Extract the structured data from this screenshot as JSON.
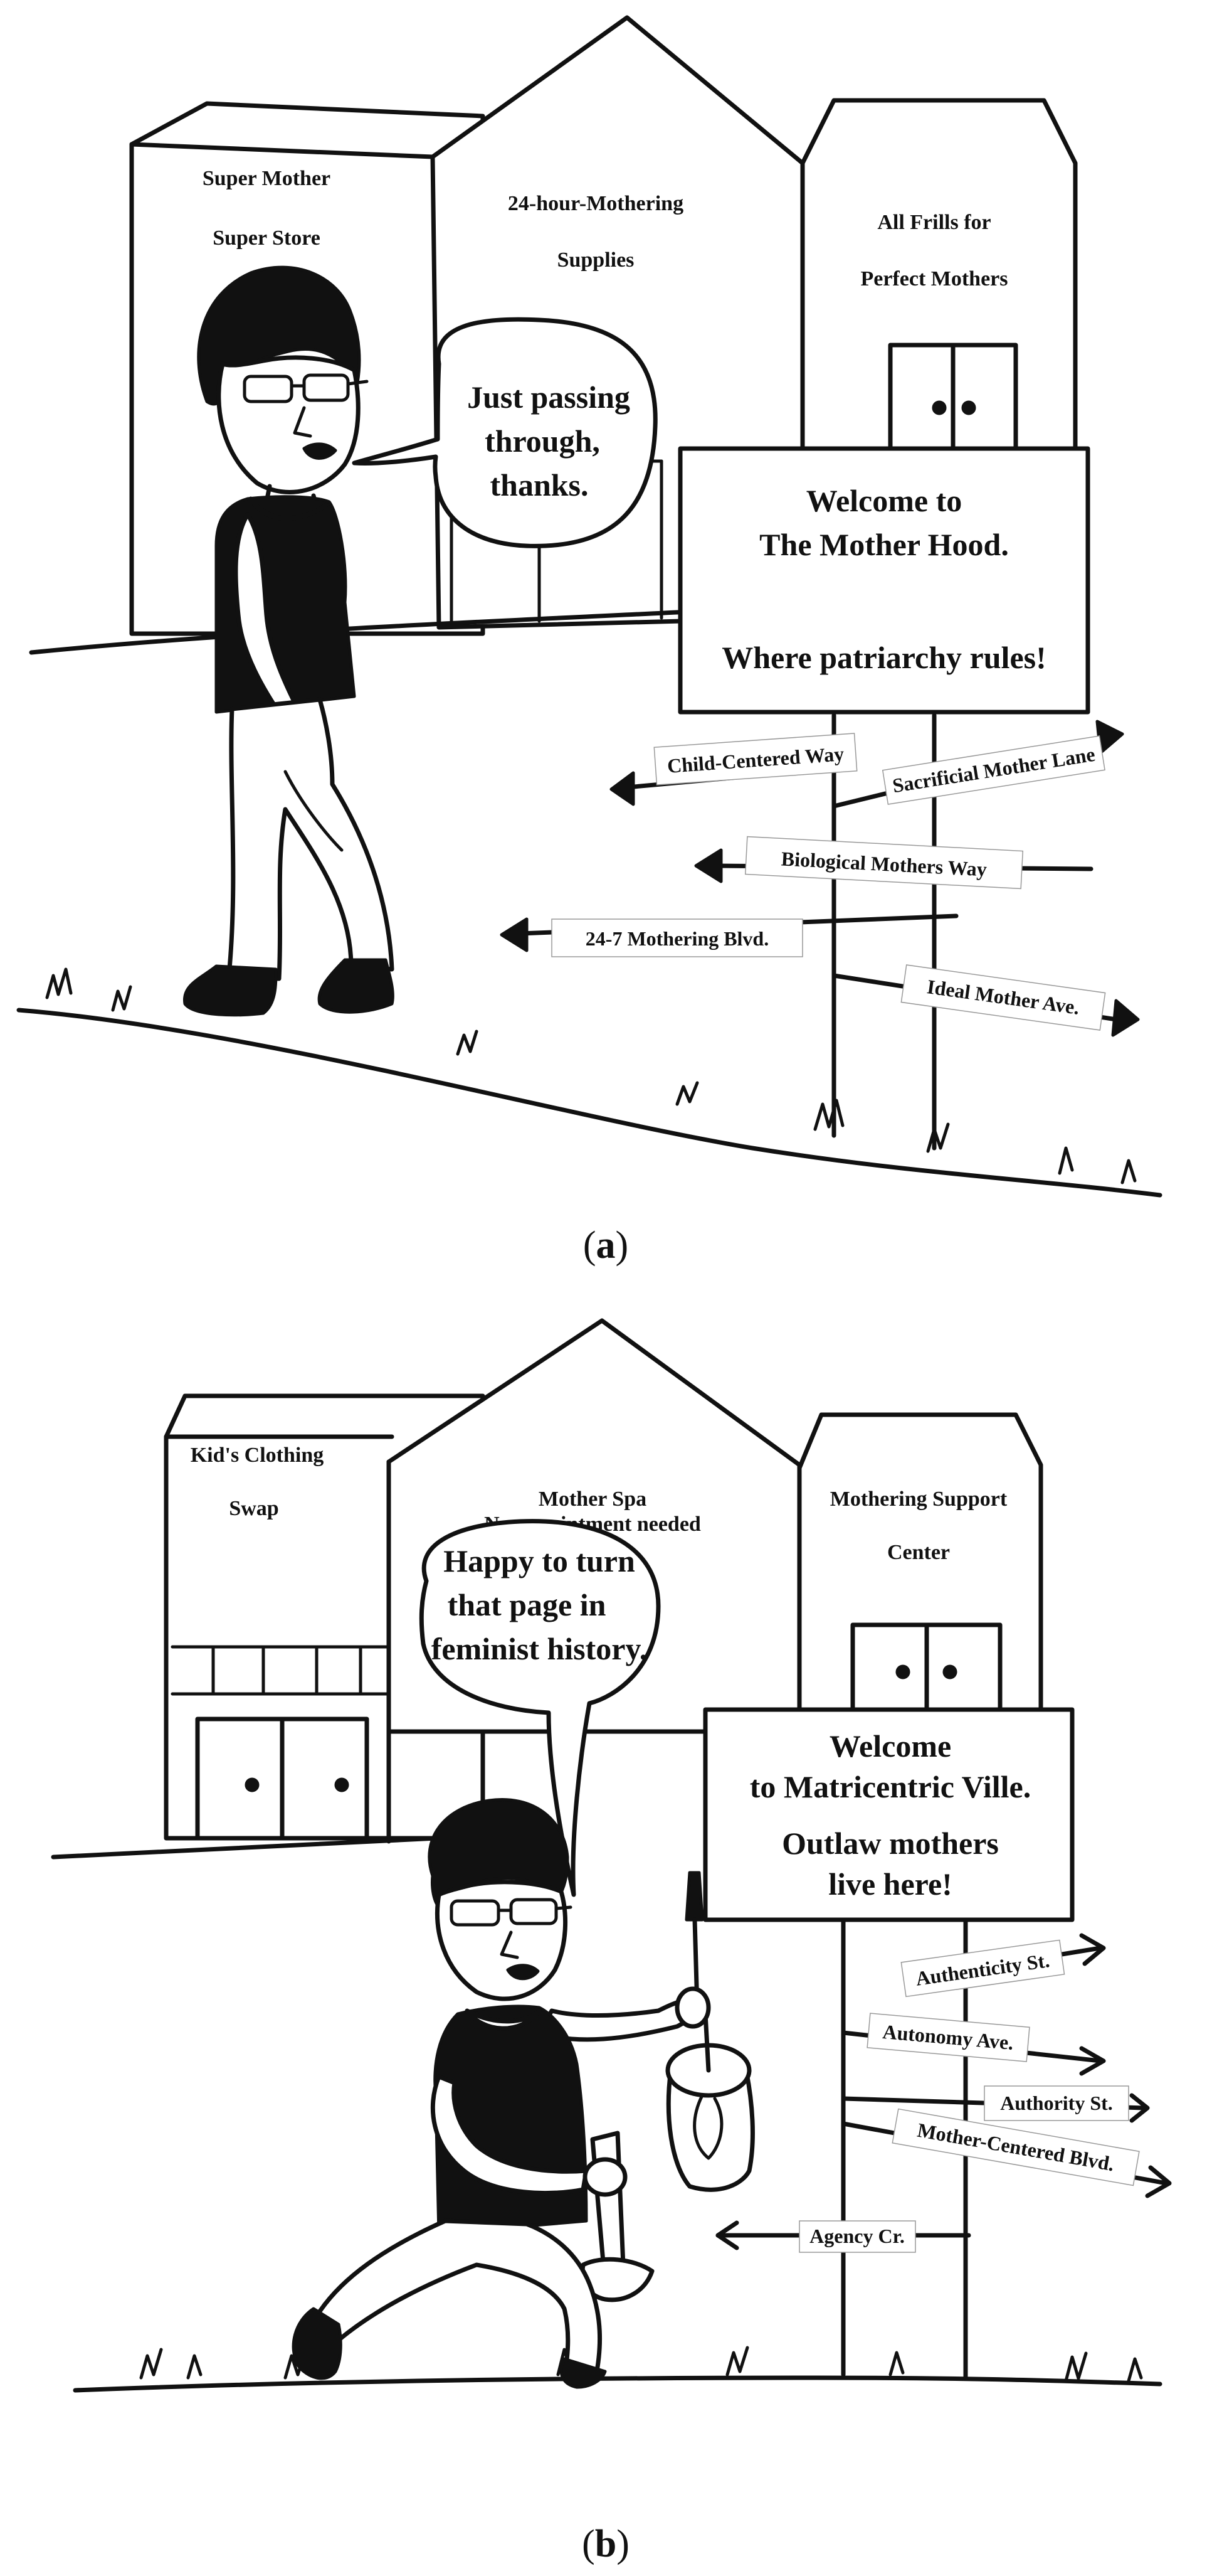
{
  "panels": [
    {
      "caption_open": "(",
      "caption_letter": "a",
      "caption_close": ")",
      "stores": [
        {
          "line1": "Super Mother",
          "line2": "Super Store"
        },
        {
          "line1": "24-hour-Mothering",
          "line2": "Supplies"
        },
        {
          "line1": "All Frills for",
          "line2": "Perfect Mothers"
        }
      ],
      "speech": [
        "Just passing",
        "through,",
        "thanks."
      ],
      "sign": [
        "Welcome to",
        "The Mother Hood.",
        "Where patriarchy rules!"
      ],
      "streets": [
        "Child-Centered Way",
        "Sacrificial Mother Lane",
        "Biological Mothers Way",
        "24-7 Mothering Blvd.",
        "Ideal Mother Ave."
      ]
    },
    {
      "caption_open": "(",
      "caption_letter": "b",
      "caption_close": ")",
      "stores": [
        {
          "line1": "Kid's Clothing",
          "line2": "Swap"
        },
        {
          "line1": "Mother Spa",
          "line2": "No appointment needed"
        },
        {
          "line1": "Mothering Support",
          "line2": "Center"
        }
      ],
      "speech": [
        "Happy to turn",
        "that page in",
        "feminist history."
      ],
      "sign": [
        "Welcome",
        "to Matricentric Ville.",
        "Outlaw mothers",
        "live here!"
      ],
      "streets": [
        "Authenticity St.",
        "Autonomy Ave.",
        "Authority St.",
        "Mother-Centered Blvd.",
        "Agency Cr."
      ]
    }
  ]
}
